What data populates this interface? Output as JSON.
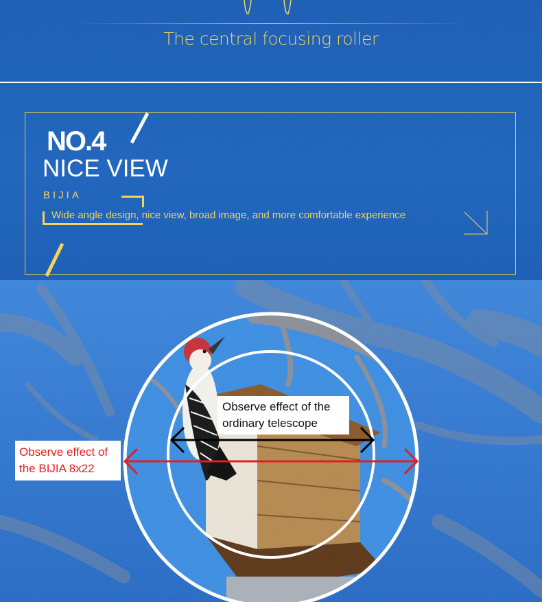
{
  "top_section": {
    "title": "The central focusing roller"
  },
  "feature": {
    "number": "NO.4",
    "heading": "NICE VIEW",
    "brand": "BIJIA",
    "description": "Wide angle design, nice view, broad image, and more comfortable experience"
  },
  "comparison": {
    "bijia_label": "Observe effect of\nthe BIJIA 8x22",
    "bijia_line1": "Observe effect of",
    "bijia_line2": "the BIJIA 8x22",
    "ordinary_line1": "Observe effect of the",
    "ordinary_line2": "ordinary telescope"
  },
  "colors": {
    "background": "#1f62b8",
    "accent_gold": "#f2d55a",
    "bijia_arrow": "#e41e1e",
    "ordinary_arrow": "#000000"
  }
}
